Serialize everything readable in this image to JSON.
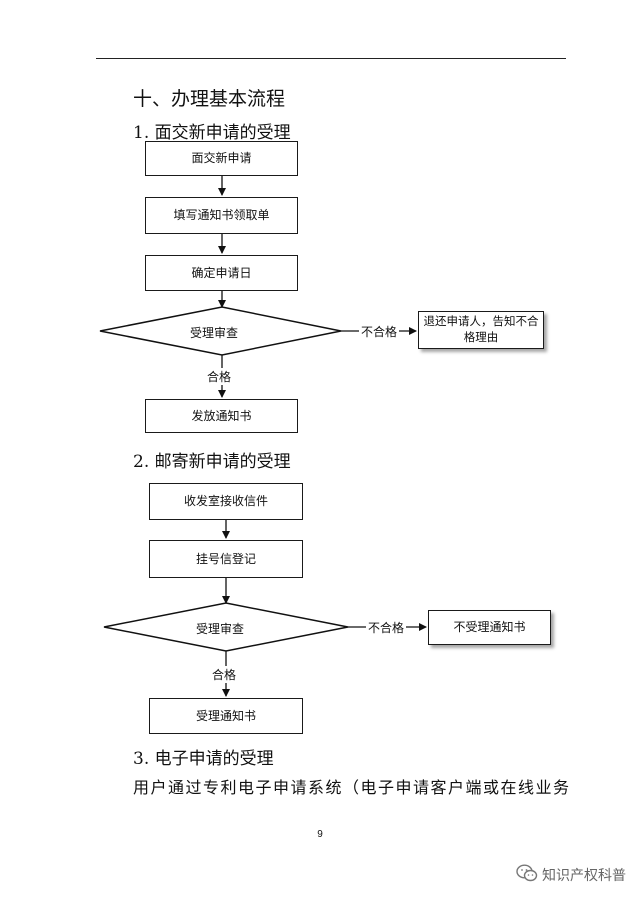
{
  "heading": "十、办理基本流程",
  "section1": {
    "title": "1. 面交新申请的受理",
    "steps": [
      "面交新申请",
      "填写通知书领取单",
      "确定申请日"
    ],
    "decision": "受理审查",
    "fail_label": "不合格",
    "fail_result": "退还申请人，告知不合格理由",
    "pass_label": "合格",
    "pass_result": "发放通知书"
  },
  "section2": {
    "title": "2. 邮寄新申请的受理",
    "steps": [
      "收发室接收信件",
      "挂号信登记"
    ],
    "decision": "受理审查",
    "fail_label": "不合格",
    "fail_result": "不受理通知书",
    "pass_label": "合格",
    "pass_result": "受理通知书"
  },
  "section3": {
    "title": "3. 电子申请的受理",
    "text": "用户通过专利电子申请系统（电子申请客户端或在线业务"
  },
  "page_number": "9",
  "watermark": {
    "text": "知识产权科普",
    "icon": "wechat-icon"
  }
}
